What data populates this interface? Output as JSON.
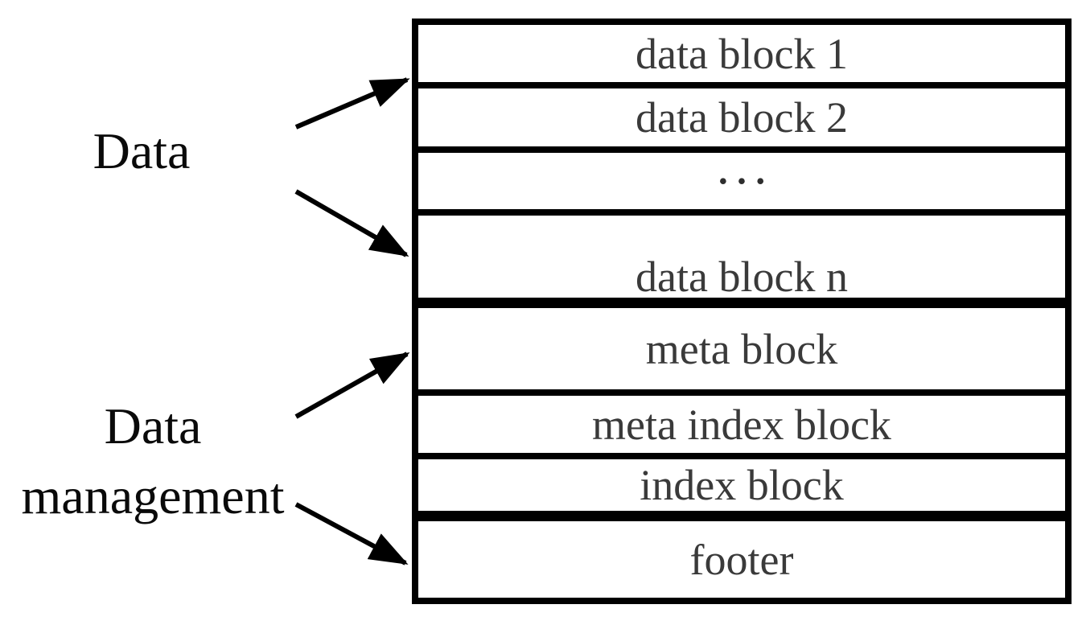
{
  "figure": {
    "type": "block-diagram",
    "description": "Stacked file-structure diagram: data blocks section and data management section"
  },
  "colors": {
    "background": "#ffffff",
    "border": "#000000",
    "arrow": "#000000",
    "block_text": "#3a3a3a",
    "label_text": "#0a0a0a"
  },
  "left_labels": {
    "data": "Data",
    "data_management": {
      "line1": "Data",
      "line2": "management"
    }
  },
  "blocks": [
    {
      "label": "data block 1"
    },
    {
      "label": "data block 2"
    },
    {
      "label": "•••"
    },
    {
      "label": "data block n"
    },
    {
      "label": "meta block"
    },
    {
      "label": "meta index block"
    },
    {
      "label": "index block"
    },
    {
      "label": "footer"
    }
  ],
  "arrows": [
    {
      "from": "Data",
      "to": "data block 1"
    },
    {
      "from": "Data",
      "to": "data block n"
    },
    {
      "from": "Data management",
      "to": "meta block"
    },
    {
      "from": "Data management",
      "to": "footer"
    }
  ]
}
